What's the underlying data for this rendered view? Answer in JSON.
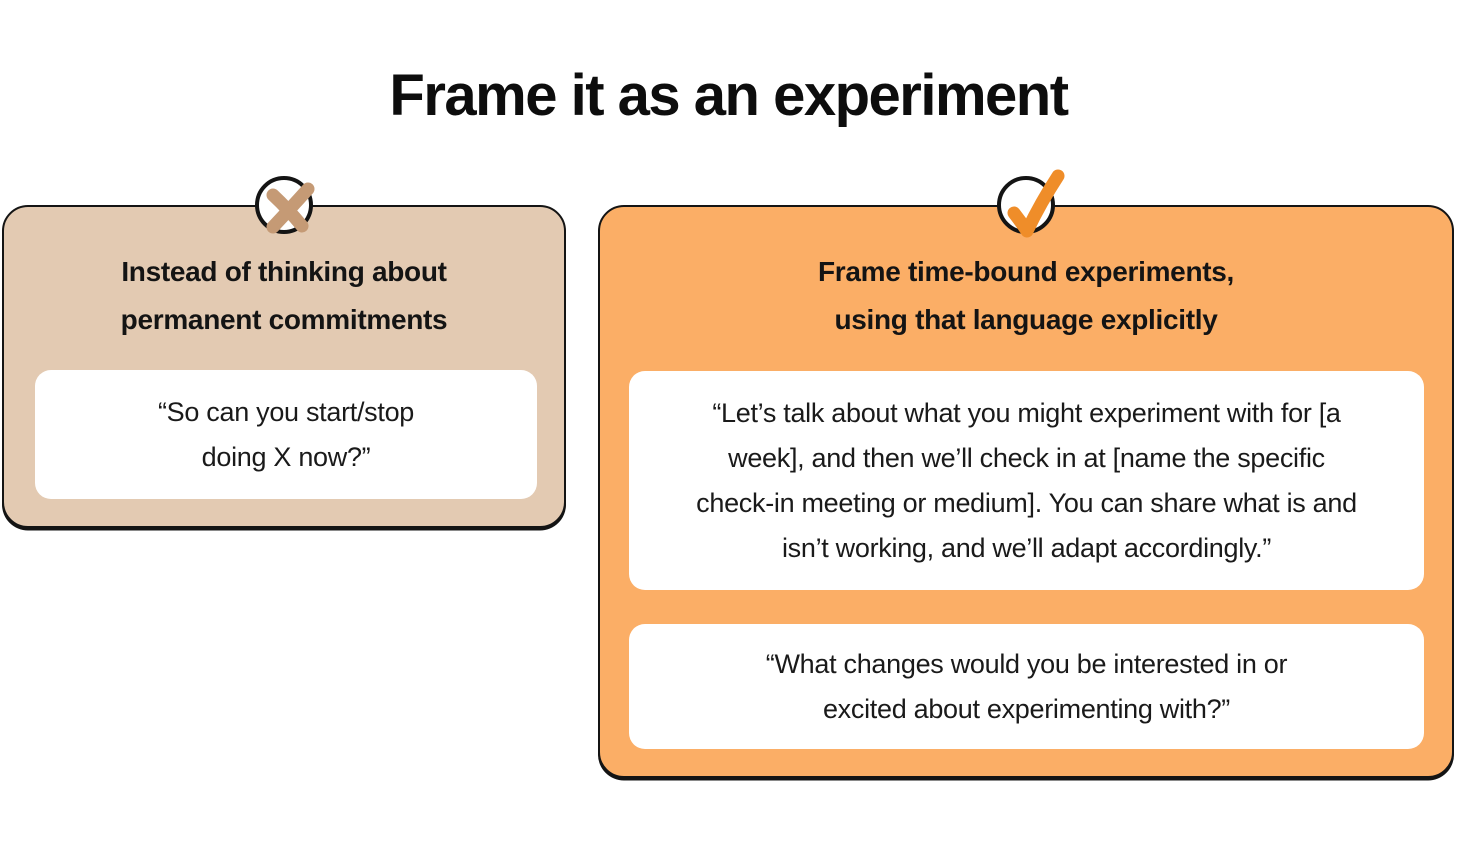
{
  "page": {
    "title": "Frame it as an experiment",
    "background": "#ffffff"
  },
  "colors": {
    "left_card_bg": "#e3cab2",
    "right_card_bg": "#fbae66",
    "x_mark": "#c59a75",
    "check_mark": "#ef8d29",
    "card_border": "#141414",
    "inner_card_bg": "#ffffff",
    "text": "#1a1a1a"
  },
  "left_card": {
    "badge_icon": "x-mark-icon",
    "heading_lines": [
      "Instead of thinking about",
      "permanent commitments"
    ],
    "quote_lines": [
      "“So can you start/stop",
      "doing X now?”"
    ]
  },
  "right_card": {
    "badge_icon": "check-mark-icon",
    "heading_lines": [
      "Frame time-bound experiments,",
      "using that language explicitly"
    ],
    "quotes": [
      {
        "lines": [
          "“Let’s talk about what you might experiment with for [a",
          "week], and then we’ll check in at [name the specific",
          "check-in meeting or medium]. You can share what is and",
          "isn’t working, and we’ll adapt accordingly.”"
        ]
      },
      {
        "lines": [
          "“What changes would you be interested in or",
          "excited about experimenting with?”"
        ]
      }
    ]
  }
}
